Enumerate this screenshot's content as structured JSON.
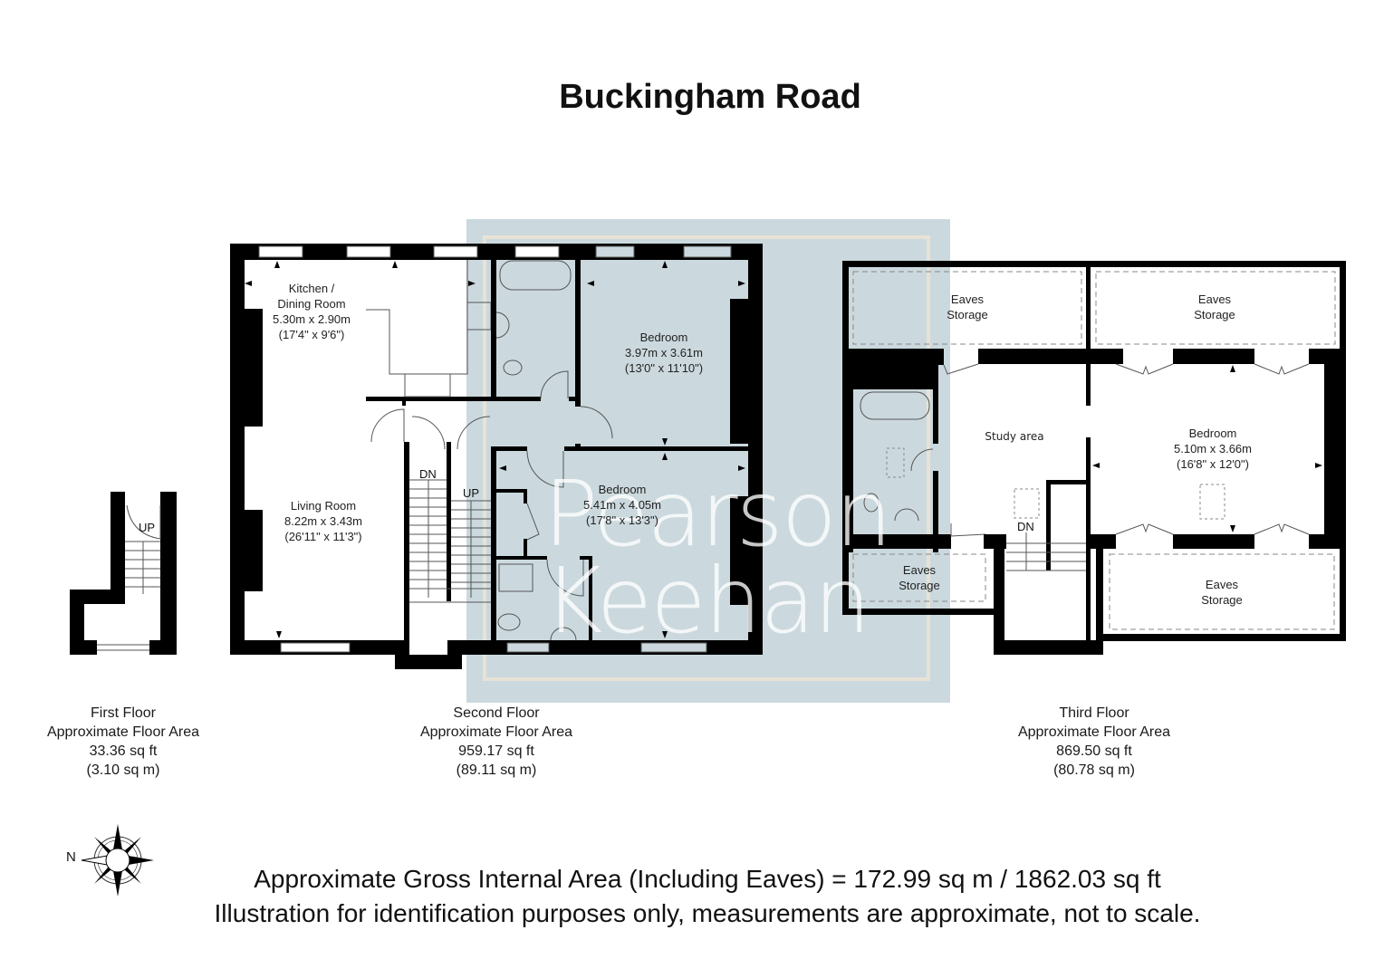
{
  "title": "Buckingham Road",
  "watermark": {
    "line1": "Pearson",
    "line2": "Keehan",
    "bg_color": "#cbd9de"
  },
  "colors": {
    "wall": "#000000",
    "watermark_panel": "#cbd9de",
    "watermark_border": "#e8e2d6",
    "text": "#1a1a1a"
  },
  "floors": {
    "first": {
      "caption_name": "First Floor",
      "caption_area_label": "Approximate Floor Area",
      "area_sqft": "33.36 sq ft",
      "area_sqm": "(3.10 sq m)",
      "stair_label": "UP"
    },
    "second": {
      "caption_name": "Second Floor",
      "caption_area_label": "Approximate Floor Area",
      "area_sqft": "959.17 sq ft",
      "area_sqm": "(89.11 sq m)",
      "stair_down_label": "DN",
      "stair_up_label": "UP",
      "rooms": [
        {
          "name": "Kitchen /",
          "name2": "Dining Room",
          "metric": "5.30m x 2.90m",
          "imperial": "(17'4\" x 9'6\")"
        },
        {
          "name": "Living Room",
          "metric": "8.22m x 3.43m",
          "imperial": "(26'11\" x 11'3\")"
        },
        {
          "name": "Bedroom",
          "metric": "3.97m x 3.61m",
          "imperial": "(13'0\" x 11'10\")"
        },
        {
          "name": "Bedroom",
          "metric": "5.41m x 4.05m",
          "imperial": "(17'8\" x 13'3\")"
        }
      ]
    },
    "third": {
      "caption_name": "Third Floor",
      "caption_area_label": "Approximate Floor Area",
      "area_sqft": "869.50 sq ft",
      "area_sqm": "(80.78 sq m)",
      "stair_down_label": "DN",
      "rooms": [
        {
          "name": "Eaves",
          "name2": "Storage"
        },
        {
          "name": "Eaves",
          "name2": "Storage"
        },
        {
          "name": "Study area"
        },
        {
          "name": "Bedroom",
          "metric": "5.10m x 3.66m",
          "imperial": "(16'8\" x 12'0\")"
        },
        {
          "name": "Eaves",
          "name2": "Storage"
        },
        {
          "name": "Eaves",
          "name2": "Storage"
        }
      ]
    }
  },
  "compass": {
    "label": "N"
  },
  "footer": {
    "gross_area": "Approximate Gross Internal Area (Including Eaves) = 172.99 sq m / 1862.03 sq ft",
    "disclaimer": "Illustration for identification purposes only, measurements are approximate, not to scale."
  }
}
